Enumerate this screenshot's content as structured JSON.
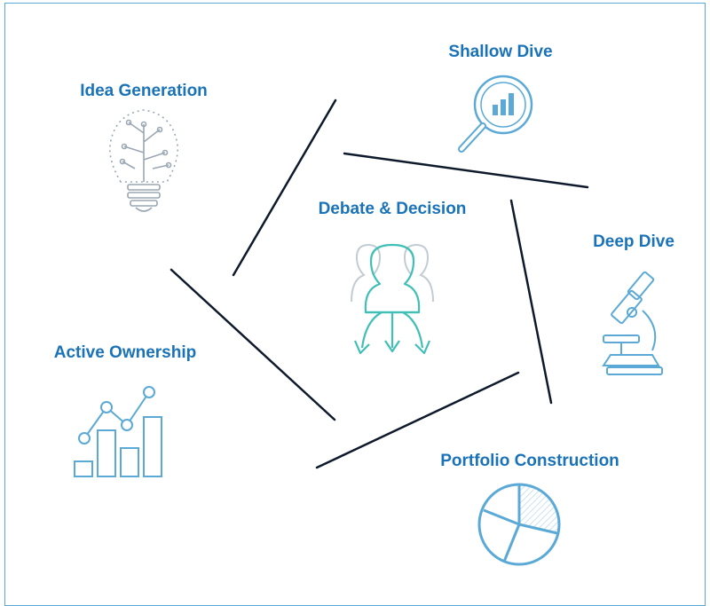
{
  "colors": {
    "label": "#1a73b8",
    "connector": "#0e1a2b",
    "icon_primary": "#5aa9d6",
    "icon_secondary": "#9aa7b4",
    "icon_teal": "#3fbfb6",
    "frame": "#5aa9d6"
  },
  "stages": [
    {
      "key": "idea",
      "label": "Idea Generation",
      "icon": "lightbulb-circuit-icon"
    },
    {
      "key": "shallow",
      "label": "Shallow Dive",
      "icon": "magnifier-chart-icon"
    },
    {
      "key": "deep",
      "label": "Deep Dive",
      "icon": "microscope-icon"
    },
    {
      "key": "portfolio",
      "label": "Portfolio Construction",
      "icon": "pie-chart-icon"
    },
    {
      "key": "ownership",
      "label": "Active Ownership",
      "icon": "bar-line-chart-icon"
    },
    {
      "key": "debate",
      "label": "Debate & Decision",
      "icon": "team-arrows-icon"
    }
  ]
}
